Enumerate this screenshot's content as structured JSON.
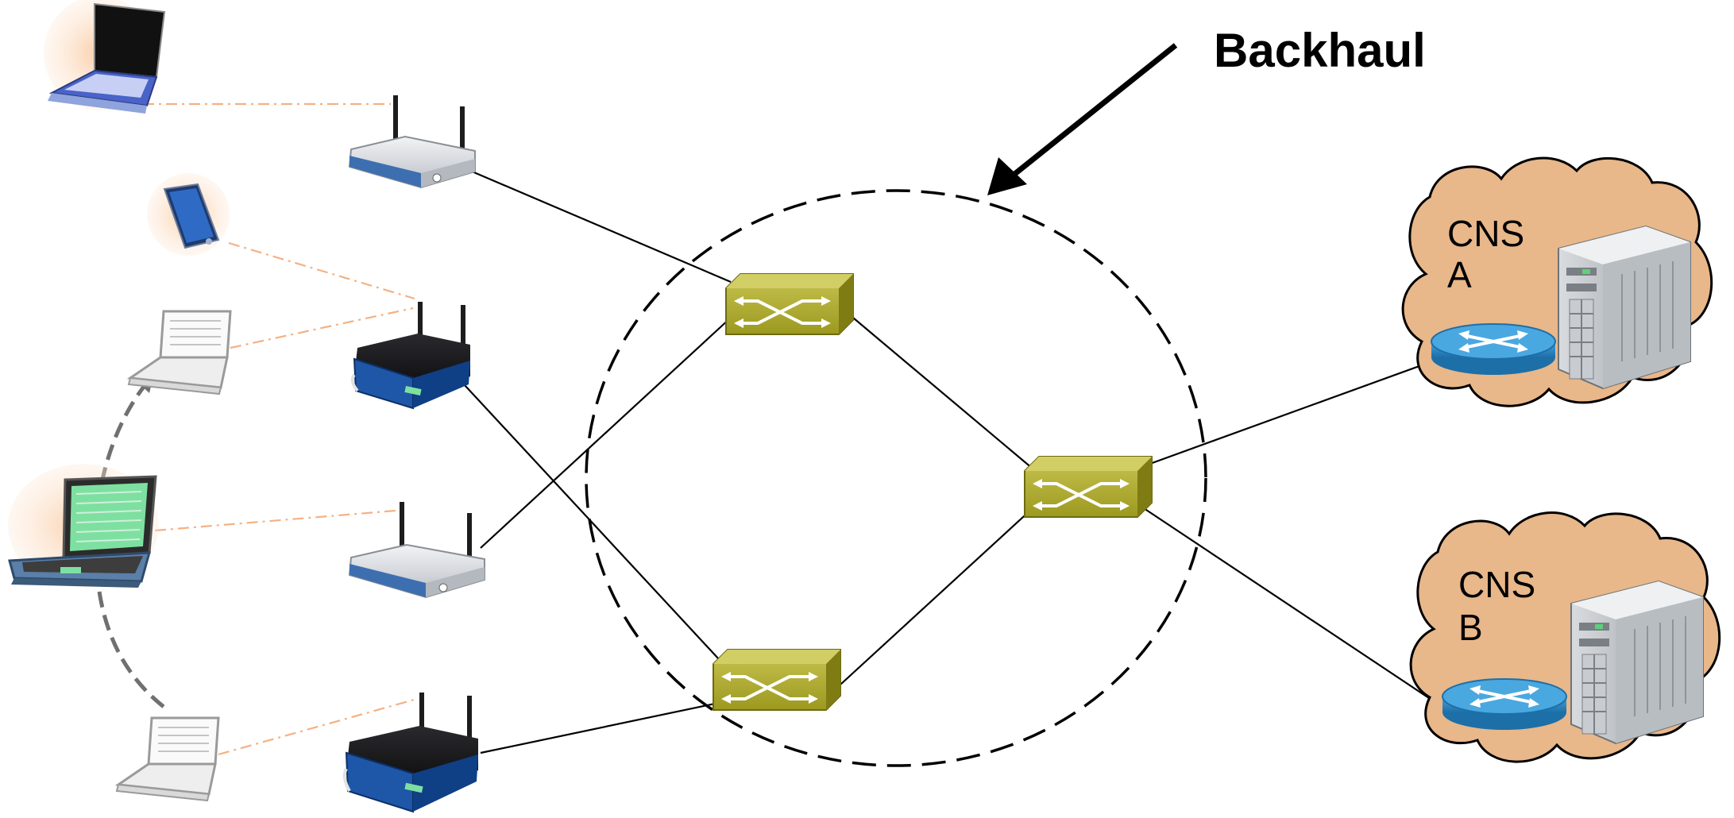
{
  "labels": {
    "backhaul": "Backhaul",
    "cns_a_line1": "CNS",
    "cns_a_line2": "A",
    "cns_b_line1": "CNS",
    "cns_b_line2": "B"
  },
  "colors": {
    "link": "#000000",
    "wireless_link": "#f4b183",
    "cloud_fill": "#e8b78a",
    "switch_fill": "#a3a01e",
    "switch_dark": "#6d6a10",
    "router_blue": "#2a7fbf",
    "screen_green": "#7ee0a0"
  },
  "icons": [
    "laptop-icon",
    "smartphone-icon",
    "wireless-access-point-icon",
    "wireless-router-icon",
    "network-switch-icon",
    "router-icon",
    "server-icon",
    "cloud-icon",
    "mobility-arrow-icon"
  ]
}
